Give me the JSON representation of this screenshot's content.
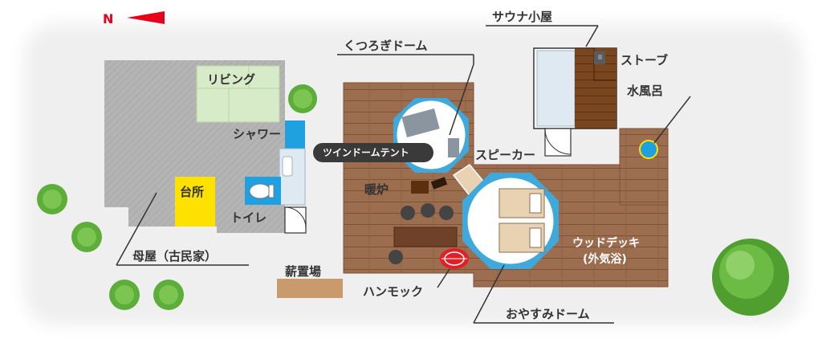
{
  "north": {
    "label": "N"
  },
  "areas": {
    "main_house": "母屋（古民家）",
    "living": "リビング",
    "shower": "シャワー",
    "kitchen": "台所",
    "toilet": "トイレ",
    "woodshed": "薪置場",
    "sauna": "サウナ小屋",
    "stove": "ストーブ",
    "cold_bath": "水風呂",
    "relax_dome": "くつろぎドーム",
    "twin_dome_tent": "ツインドームテント",
    "speaker": "スピーカー",
    "fireplace": "暖炉",
    "hammock": "ハンモック",
    "sleep_dome": "おやすみドーム",
    "wood_deck_line1": "ウッドデッキ",
    "wood_deck_line2": "(外気浴)"
  },
  "colors": {
    "ground": "#efefef",
    "house": "#b4b4b4",
    "living": "#d7ebc9",
    "water": "#1fa0e0",
    "kitchen": "#ffe100",
    "deck": "#9c6d4e",
    "sauna_floor": "#6b3a1a",
    "dome_border": "#3fa9dc",
    "north_arrow": "#e6001a",
    "tree": "#5cad3a",
    "woodshed": "#c89a6c"
  }
}
